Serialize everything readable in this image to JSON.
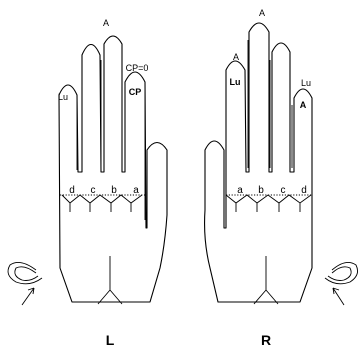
{
  "left_hand": {
    "caption": "L",
    "finger_top_label": "A",
    "ring_label": "Lu",
    "cp_eq": "CP=0",
    "cp_label": "CP",
    "triradii": [
      "d",
      "c",
      "b",
      "a"
    ]
  },
  "right_hand": {
    "caption": "R",
    "finger_top_label": "A",
    "index_label": "Lu",
    "ring_label": "Lu",
    "little_label": "A",
    "triradii": [
      "a",
      "b",
      "c",
      "d"
    ]
  }
}
